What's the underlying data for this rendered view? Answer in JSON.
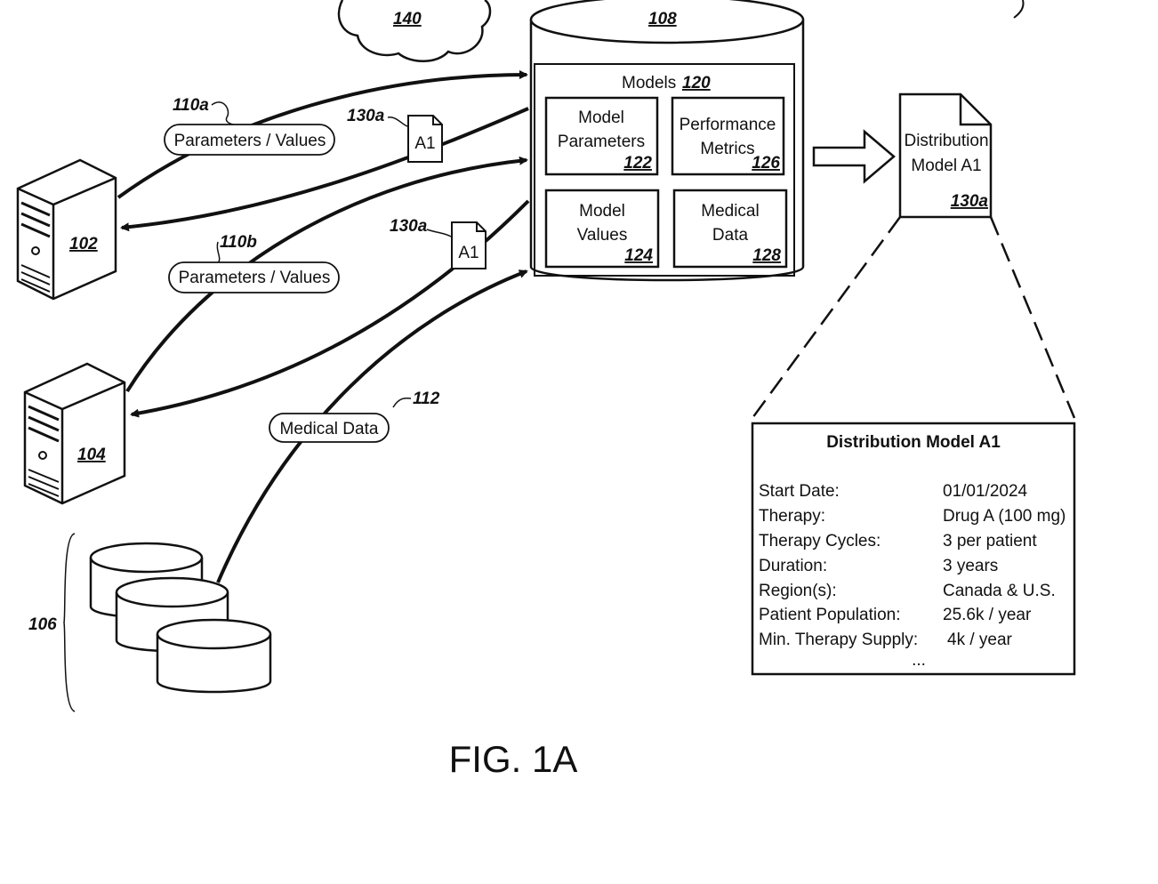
{
  "cloud": {
    "ref": "140"
  },
  "database": {
    "ref": "108",
    "models_label": "Models",
    "models_ref": "120",
    "boxes": [
      {
        "line1": "Model",
        "line2": "Parameters",
        "ref": "122"
      },
      {
        "line1": "Performance",
        "line2": "Metrics",
        "ref": "126"
      },
      {
        "line1": "Model",
        "line2": "Values",
        "ref": "124"
      },
      {
        "line1": "Medical",
        "line2": "Data",
        "ref": "128"
      }
    ]
  },
  "servers": [
    {
      "ref": "102"
    },
    {
      "ref": "104"
    }
  ],
  "datastores": {
    "ref": "106"
  },
  "flows": {
    "a": {
      "ref": "110a",
      "label": "Parameters / Values"
    },
    "b": {
      "ref": "110b",
      "label": "Parameters / Values"
    },
    "medical": {
      "ref": "112",
      "label": "Medical Data"
    }
  },
  "doc_icons": [
    {
      "ref": "130a",
      "text": "A1"
    },
    {
      "ref": "130a",
      "text": "A1"
    }
  ],
  "distribution_doc": {
    "line1": "Distribution",
    "line2": "Model A1",
    "ref": "130a"
  },
  "detail": {
    "title": "Distribution Model A1",
    "rows": [
      {
        "key": "Start Date:",
        "value": "01/01/2024"
      },
      {
        "key": "Therapy:",
        "value": "Drug A (100 mg)"
      },
      {
        "key": "Therapy Cycles:",
        "value": "3 per patient"
      },
      {
        "key": "Duration:",
        "value": "3 years"
      },
      {
        "key": "Region(s):",
        "value": "Canada & U.S."
      },
      {
        "key": "Patient Population:",
        "value": "25.6k / year"
      },
      {
        "key": "Min. Therapy Supply:",
        "value": "4k / year"
      }
    ],
    "ellipsis": "..."
  },
  "figure_label": "FIG. 1A"
}
